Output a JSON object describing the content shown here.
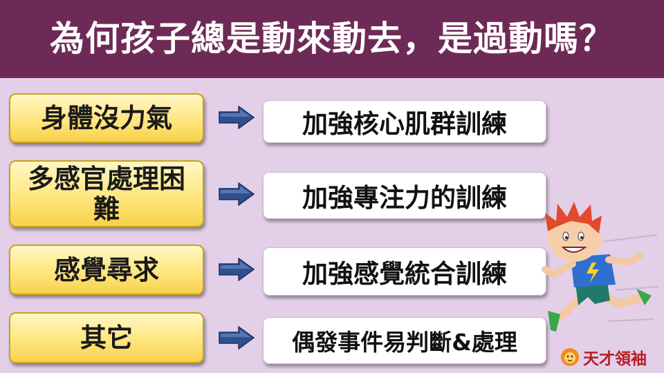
{
  "title": "為何孩子總是動來動去，是過動嗎？",
  "rows": [
    {
      "cause": "身體沒力氣",
      "solution": "加強核心肌群訓練"
    },
    {
      "cause": "多感官處理困難",
      "solution": "加強專注力的訓練"
    },
    {
      "cause": "感覺尋求",
      "solution": "加強感覺統合訓練"
    },
    {
      "cause": "其它",
      "solution": "偶發事件易判斷&處理"
    }
  ],
  "logo": {
    "text": "天才領袖"
  },
  "colors": {
    "header": "#6e2a56",
    "background": "#e3cfe8",
    "cause_box": "#ffe680",
    "arrow": "#2f4f8f"
  },
  "icons": {
    "arrow": "right-arrow-icon",
    "logo": "lion-logo-icon",
    "illustration": "running-boy"
  }
}
